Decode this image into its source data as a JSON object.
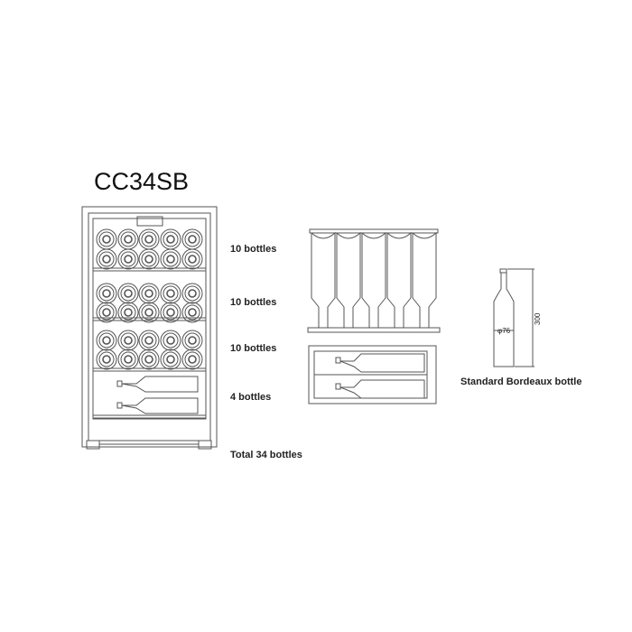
{
  "title": "CC34SB",
  "shelf_labels": [
    "10 bottles",
    "10 bottles",
    "10 bottles",
    "4 bottles"
  ],
  "total_label": "Total 34 bottles",
  "bottle_caption": "Standard Bordeaux bottle",
  "bottle_diameter": "φ76",
  "bottle_height": "300",
  "colors": {
    "line": "#444444",
    "text": "#222222"
  }
}
